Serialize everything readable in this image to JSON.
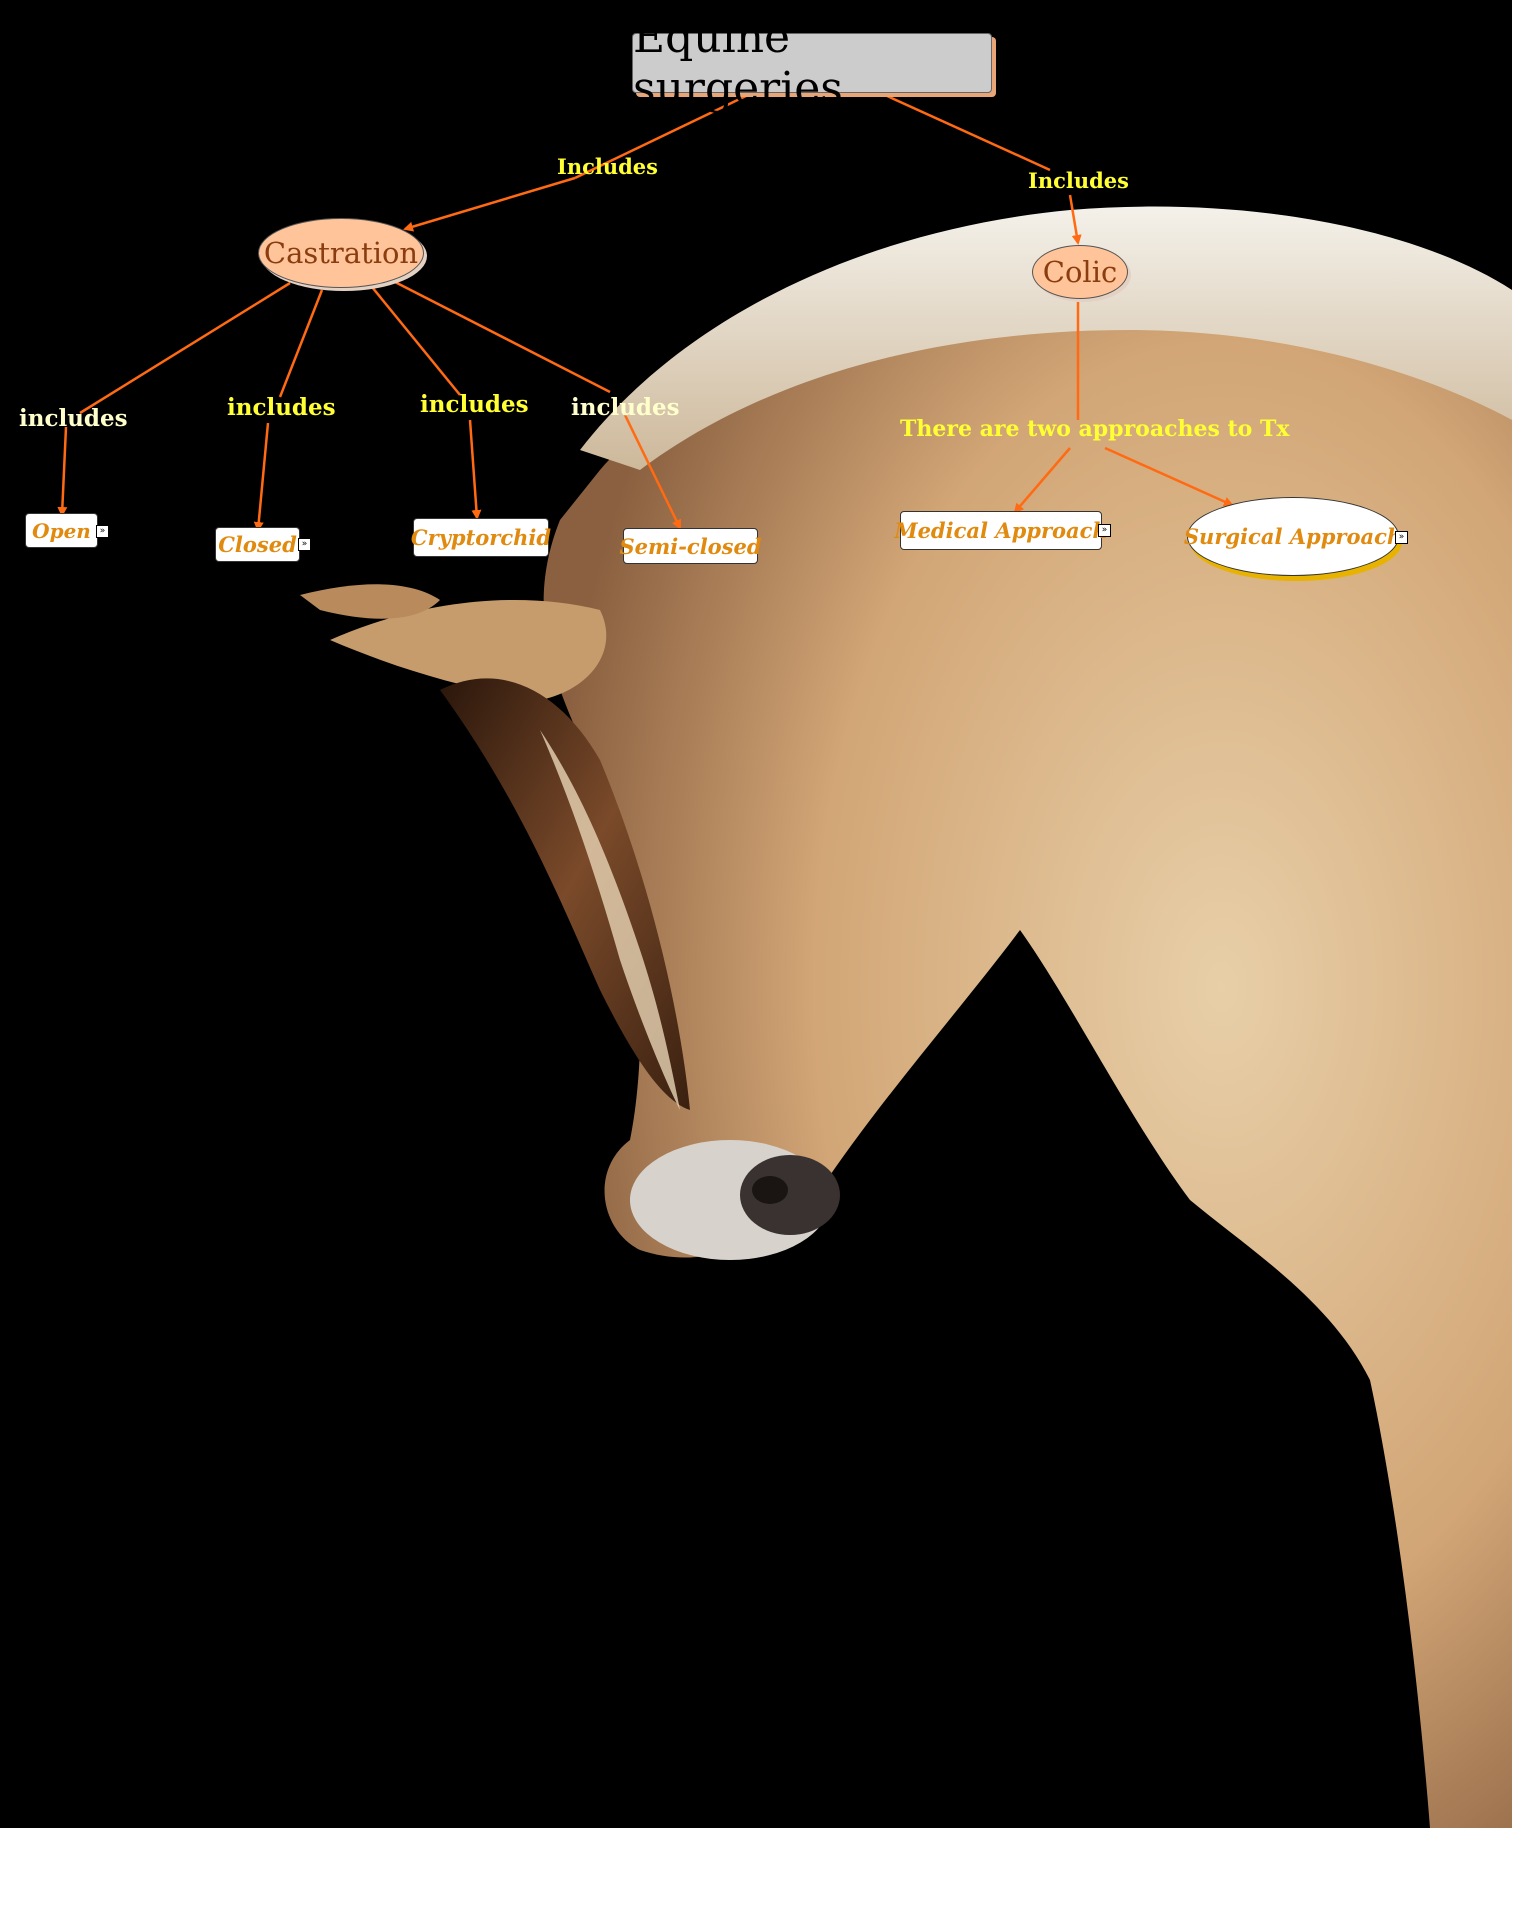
{
  "title": "Equine surgeries",
  "nodes": {
    "castration": "Castration",
    "colic": "Colic",
    "open": "Open",
    "closed": "Closed",
    "cryptorchid": "Cryptorchid",
    "semi_closed": "Semi-closed",
    "medical": "Medical Approach",
    "surgical": "Surgical Approach"
  },
  "edge_labels": {
    "root_to_castration": "Includes",
    "root_to_colic": "Includes",
    "to_open": "includes",
    "to_closed": "includes",
    "to_cryptorchid": "includes",
    "to_semi_closed": "includes",
    "colic_to_approaches": "There are two approaches to Tx"
  },
  "icons": {
    "link": "link-arrow-icon",
    "link_glyph": "»"
  },
  "colors": {
    "arrow": "#ff6a13",
    "label_yellow": "#ffff33",
    "node_fill": "#ffc49a",
    "leaf_text": "#e08a10",
    "background": "#000000"
  }
}
